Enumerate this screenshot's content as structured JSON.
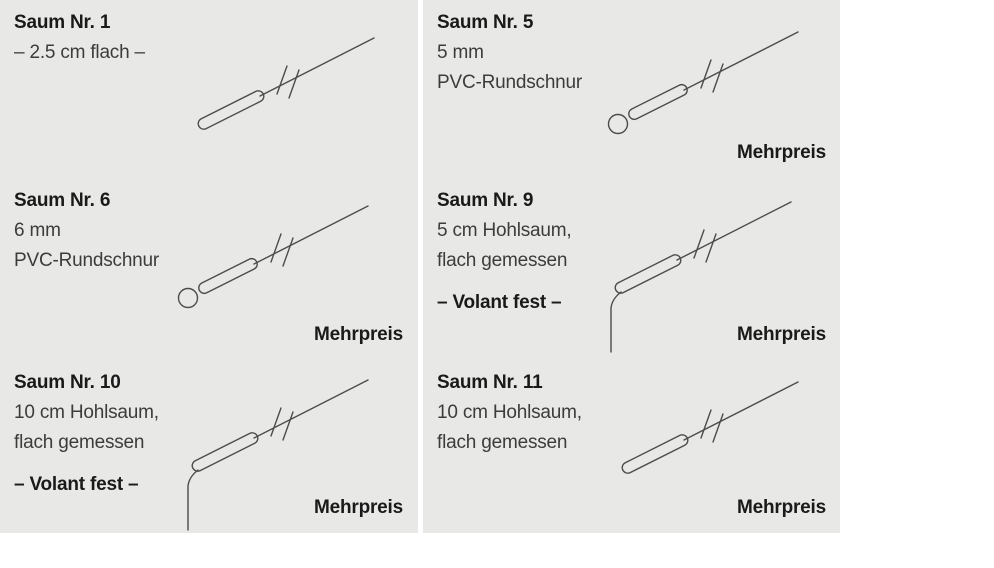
{
  "colors": {
    "page_background": "#ffffff",
    "panel_background": "#e8e8e6",
    "title_text": "#1a1a1a",
    "body_text": "#3c3c3c",
    "line_art": "#4c4c4c"
  },
  "panels": [
    {
      "title": "Saum Nr. 1",
      "lines": [
        "– 2.5 cm flach –"
      ],
      "drawing": "hem-flat-drawing"
    },
    {
      "title": "Saum Nr. 5",
      "lines": [
        "5 mm",
        "PVC-Rundschnur"
      ],
      "mehrpreis": "Mehrpreis",
      "drawing": "hem-cord-drawing"
    },
    {
      "title": "Saum Nr. 6",
      "lines": [
        "6 mm",
        "PVC-Rundschnur"
      ],
      "mehrpreis": "Mehrpreis",
      "drawing": "hem-cord-drawing"
    },
    {
      "title": "Saum Nr. 9",
      "lines": [
        "5 cm Hohlsaum,",
        "flach gemessen"
      ],
      "note": "– Volant fest –",
      "mehrpreis": "Mehrpreis",
      "drawing": "hem-volant-drawing"
    },
    {
      "title": "Saum Nr. 10",
      "lines": [
        "10 cm Hohlsaum,",
        "flach gemessen"
      ],
      "note": "– Volant fest –",
      "mehrpreis": "Mehrpreis",
      "drawing": "hem-volant-drawing"
    },
    {
      "title": "Saum Nr. 11",
      "lines": [
        "10 cm Hohlsaum,",
        "flach gemessen"
      ],
      "mehrpreis": "Mehrpreis",
      "drawing": "hem-flat-drawing"
    }
  ]
}
